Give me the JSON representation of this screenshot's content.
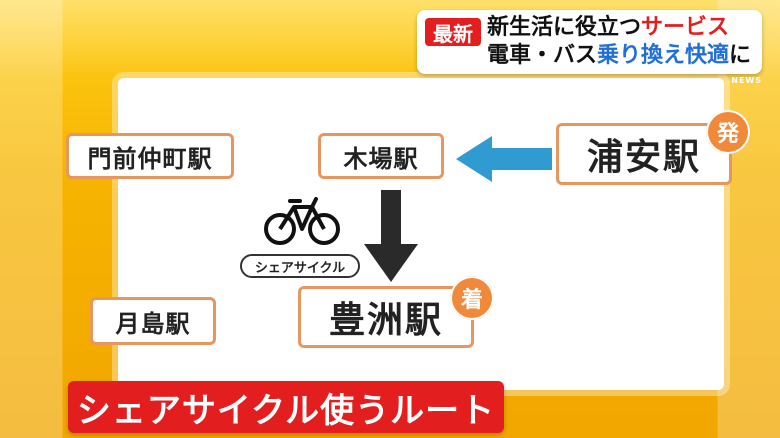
{
  "headline": {
    "tag": "最新",
    "line1_prefix": "新生活に役立つ",
    "line1_accent": "サービス",
    "line2_prefix": "電車・バス",
    "line2_accent": "乗り換え快適",
    "line2_suffix": "に"
  },
  "logo": {
    "text": "NEWS"
  },
  "stations": {
    "monzen": "門前仲町駅",
    "kiba": "木場駅",
    "urayasu": "浦安駅",
    "tsukishima": "月島駅",
    "toyosu": "豊洲駅"
  },
  "badges": {
    "depart": "発",
    "arrive": "着"
  },
  "share_cycle_label": "シェアサイクル",
  "bottom_banner": "シェアサイクル使うルート",
  "colors": {
    "brand_red": "#e31e1e",
    "accent_blue": "#1f6fd6",
    "pill_border": "#e7965e",
    "badge_orange": "#f08a3a",
    "arrow_blue": "#2f9bd0",
    "arrow_dark": "#2a2a2a"
  }
}
